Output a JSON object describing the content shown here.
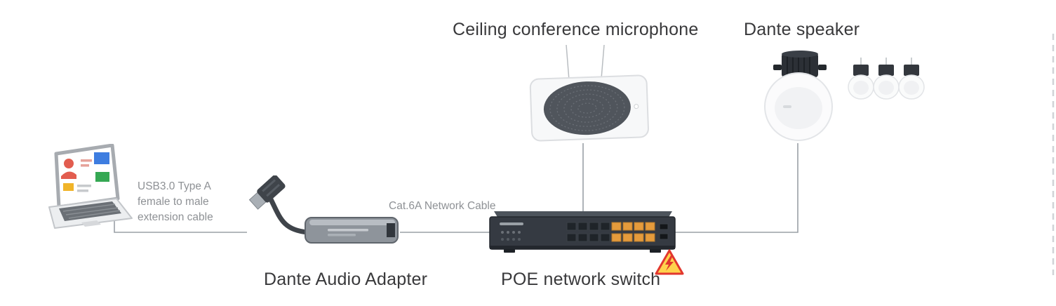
{
  "diagram": {
    "labels": {
      "ceiling_mic": "Ceiling conference microphone",
      "dante_speaker": "Dante speaker",
      "dante_adapter": "Dante Audio Adapter",
      "poe_switch": "POE network switch",
      "usb_cable": "USB3.0 Type A female to male extension cable",
      "cat6a_cable": "Cat.6A Network Cable"
    },
    "colors": {
      "label_primary": "#39393b",
      "label_secondary": "#8e9195",
      "connector_line": "#9aa0a6",
      "switch_body": "#353a42",
      "port_orange": "#e59b3c",
      "warning_yellow": "#ffd34d",
      "warning_red": "#e2372e",
      "device_gray": "#8e949b"
    }
  }
}
